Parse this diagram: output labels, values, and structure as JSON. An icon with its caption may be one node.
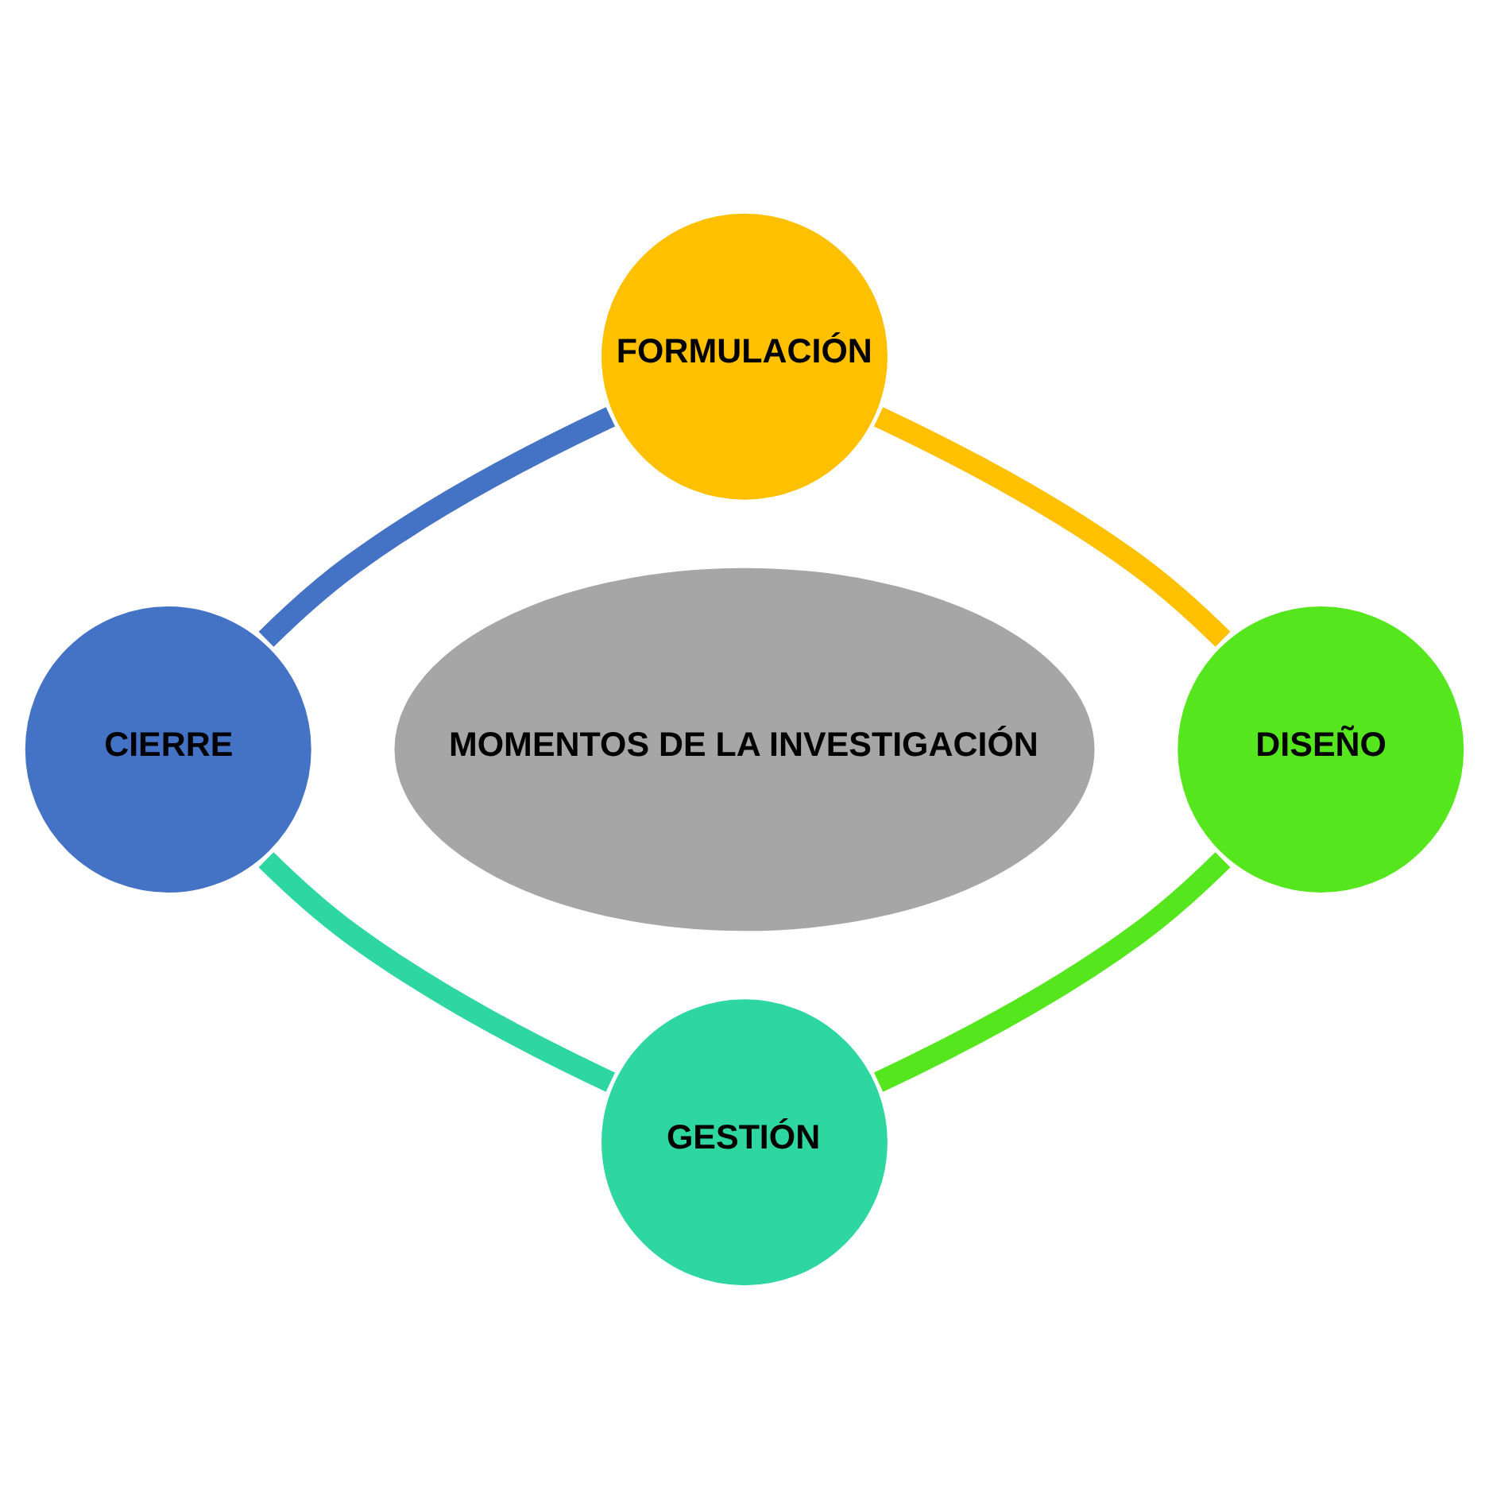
{
  "diagram": {
    "nodes": [
      {
        "text": [
          "FORMULACIÓN"
        ]
      },
      {
        "text": [
          "CIERRE"
        ]
      },
      {
        "text": [
          "MOMENTOS DE LA INVESTIGACIÓN"
        ]
      },
      {
        "text": [
          "DISEÑO"
        ]
      },
      {
        "text": [
          "GESTIÓN"
        ]
      }
    ],
    "edges": [
      {
        "from": 0,
        "to": 3,
        "arrow": "none",
        "color": "#ffc000"
      },
      {
        "from": 3,
        "to": 4,
        "arrow": "none",
        "color": "#55e61e"
      },
      {
        "from": 1,
        "to": 4,
        "arrow": "none",
        "color": "#2ed6a0"
      },
      {
        "from": 0,
        "to": 1,
        "arrow": "none",
        "color": "#4472c4"
      }
    ]
  }
}
